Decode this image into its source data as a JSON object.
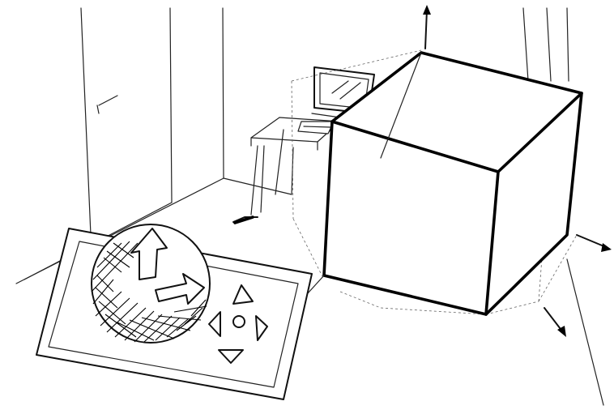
{
  "scene": {
    "kind": "pencil sketch",
    "objects": [
      "room-walls",
      "door",
      "desk",
      "computer-monitor",
      "computer-keyboard",
      "wireframe-cube",
      "tracking-sphere",
      "control-tablet",
      "axis-arrows"
    ]
  },
  "icons": {
    "tablet_controls": [
      "triangle-up-icon",
      "triangle-left-icon",
      "circle-button-icon",
      "triangle-right-icon",
      "triangle-down-icon"
    ],
    "sphere_arrows": [
      "rotate-arrow-icon",
      "move-arrow-icon"
    ]
  },
  "colors": {
    "ink": "#000000",
    "paper": "#ffffff"
  }
}
